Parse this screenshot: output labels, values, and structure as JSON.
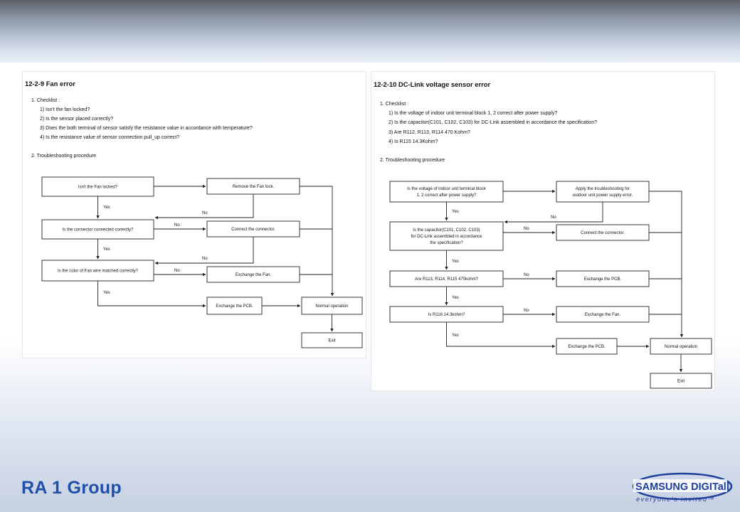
{
  "footer": {
    "group_label": "RA 1 Group",
    "logo_brand": "SAMSUNG DIGITall",
    "logo_tagline": "everyone's invited™"
  },
  "fan_error": {
    "title": "12-2-9 Fan error",
    "checklist_heading": "1.  Checklist :",
    "checklist": [
      "1) Isn't the fan locked?",
      "2) Is the sensor placed correctly?",
      "3) Does the both terminal of sensor satisfy the resistance value in accordance with temperature?",
      "4) Is the resistance value of sensor connection pull_up correct?"
    ],
    "procedure_heading": "2.  Troubleshooting procedure",
    "boxes": {
      "q1": "Isn't the Fan locked?",
      "a1": "Remove the Fan lock.",
      "q2": "Is the connector connected correctly?",
      "a2": "Connect the connector.",
      "q3": "Is the color of Fan wire matched correctly?",
      "a3": "Exchange the Fan.",
      "pcb": "Exchange the PCB.",
      "normal": "Normal operation",
      "exit": "Exit"
    },
    "labels": {
      "yes": "Yes",
      "no": "No"
    }
  },
  "dc_link_error": {
    "title": "12-2-10 DC-Link voltage sensor error",
    "checklist_heading": "1.  Checklist :",
    "checklist": [
      "1) Is the voltage of indoor unit terminal block 1, 2 correct after power supply?",
      "2) Is the capacitor(C101, C102, C103) for DC-Link assembled in accordance the specification?",
      "3) Are R112, R113, R114 470 Kohm?",
      "4) Is R115 14.3Kohm?"
    ],
    "procedure_heading": "2.  Troubleshooting procedure",
    "boxes": {
      "q1_line1": "Is the voltage of indoor unit terminal block",
      "q1_line2": "1, 2 correct after power supply?",
      "a1_line1": "Apply the troubleshooting for",
      "a1_line2": "outdoor unit power supply error.",
      "q2_line1": "Is the capacitor(C101, C102, C103)",
      "q2_line2": "for DC-Link assembled in accordance",
      "q2_line3": "the specification?",
      "a2": "Connect the connector.",
      "q3": "Are R113, R114, R115 470kohm?",
      "a3": "Exchange the PCB.",
      "q4": "Is R116 14.3kohm?",
      "a4": "Exchange the Fan.",
      "pcb": "Exchange the PCB.",
      "normal": "Normal operation",
      "exit": "Exit"
    },
    "labels": {
      "yes": "Yes",
      "no": "No"
    }
  }
}
